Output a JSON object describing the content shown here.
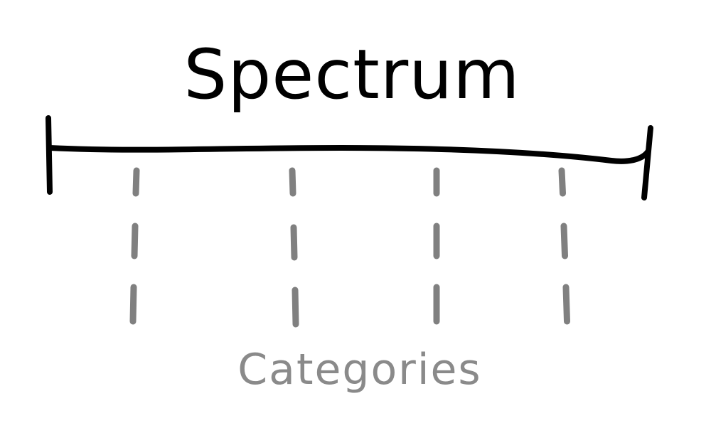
{
  "diagram": {
    "title": "Spectrum",
    "caption": "Categories",
    "divider_count": 4,
    "colors": {
      "background": "#ffffff",
      "spectrum": "#000000",
      "dividers": "#808080",
      "caption": "#8a8a8a"
    }
  }
}
